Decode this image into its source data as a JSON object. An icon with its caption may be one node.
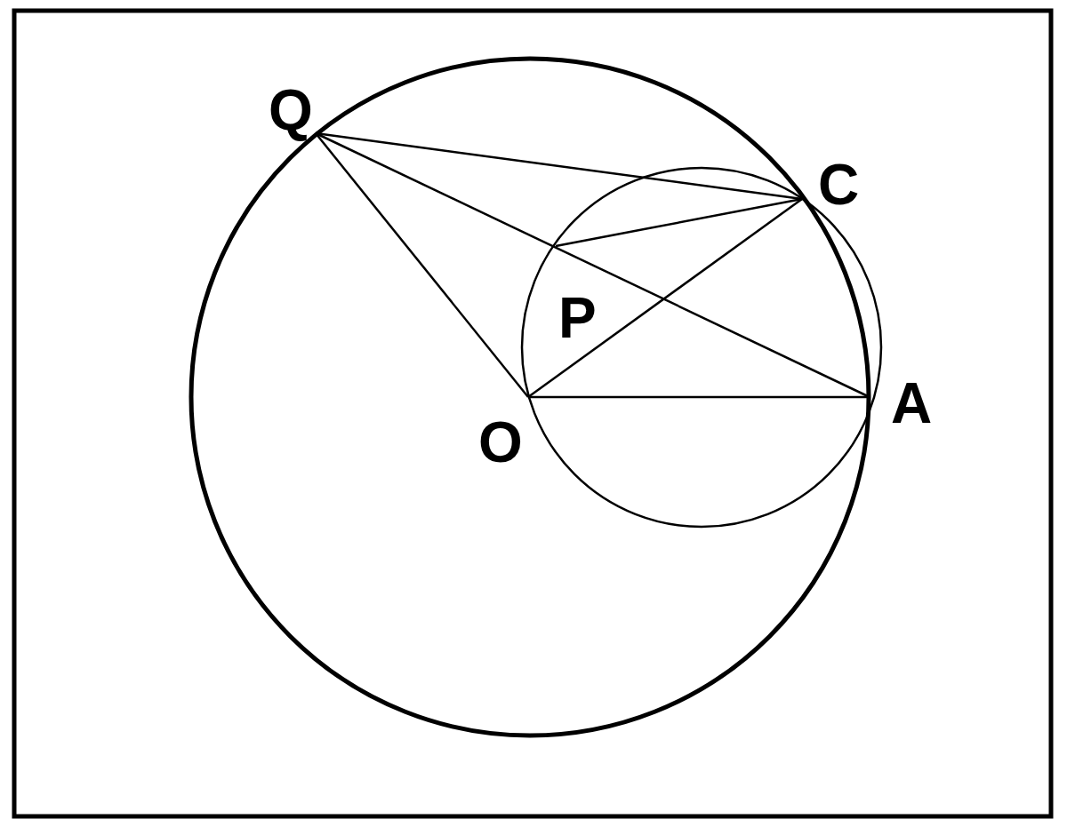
{
  "diagram": {
    "labels": [
      "Q",
      "C",
      "P",
      "O",
      "A"
    ]
  }
}
